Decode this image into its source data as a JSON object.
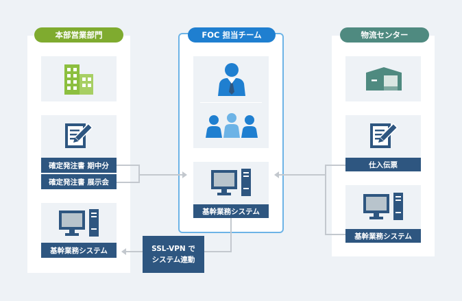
{
  "left": {
    "title": "本部営業部門",
    "doc_bar_1": "確定発注書 期中分",
    "doc_bar_2": "確定発注書 展示会",
    "system": "基幹業務システム"
  },
  "center": {
    "title": "FOC 担当チーム",
    "system": "基幹業務システム"
  },
  "right": {
    "title": "物流センター",
    "doc_bar": "仕入伝票",
    "system": "基幹業務システム"
  },
  "vpn": {
    "line1": "SSL-VPN で",
    "line2": "システム連動"
  },
  "colors": {
    "left_accent": "#7fab2f",
    "center_accent": "#1f7fd0",
    "right_accent": "#4f8a80",
    "bar": "#2e5680",
    "connector": "#c3c8ce"
  },
  "icons": [
    "building-icon",
    "document-pen-icon",
    "computer-icon",
    "person-icon",
    "group-icon",
    "warehouse-icon"
  ]
}
